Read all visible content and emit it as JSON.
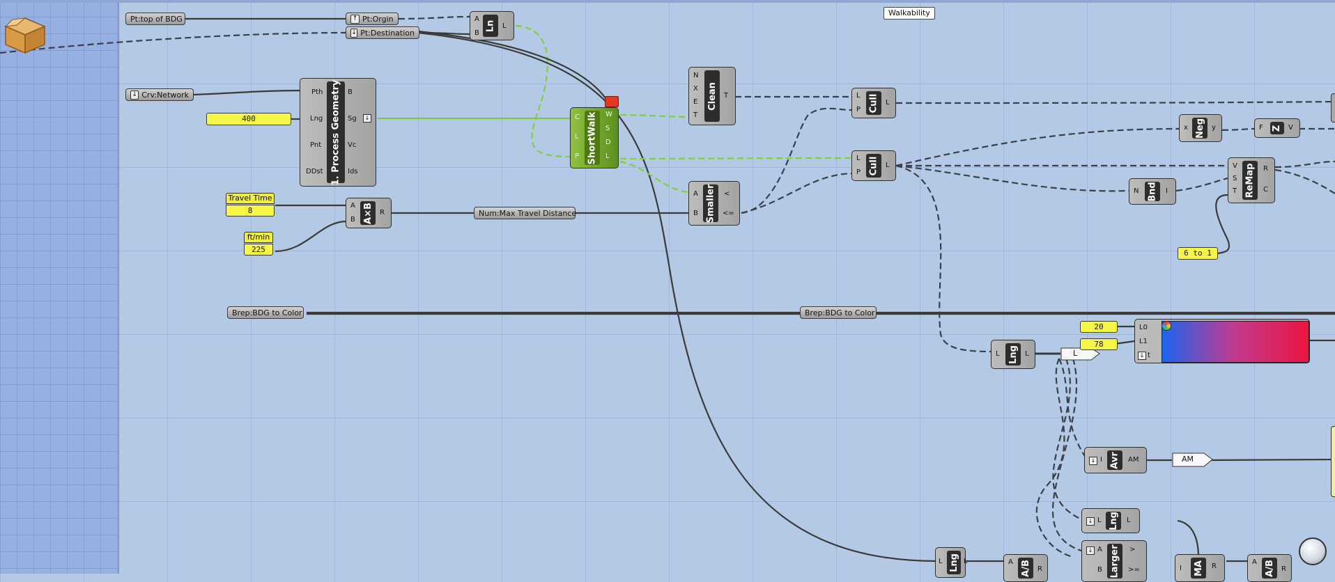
{
  "canvas": {
    "group_tag": "Walkability"
  },
  "params": {
    "pt_top_of_bdg": "Pt:top of BDG",
    "pt_origin": "Pt:Orgin",
    "pt_destination": "Pt:Destination",
    "crv_network": "Crv:Network",
    "num_max_travel_distance": "Num:Max Travel Distance",
    "brep_bdg_to_color_a": "Brep:BDG to Color",
    "brep_bdg_to_color_b": "Brep:BDG to Color"
  },
  "sliders": {
    "network_value": "400",
    "travel_time_label": "Travel Time",
    "travel_time_value": "8",
    "ftmin_label": "ft/min",
    "ftmin_value": "225",
    "remap_range": "6 to 1",
    "l0_value": "20",
    "l1_value": "78"
  },
  "components": {
    "line": {
      "name": "Ln",
      "inputs": [
        "A",
        "B"
      ],
      "outputs": [
        "L"
      ]
    },
    "process_geometry": {
      "name": "1. Process Geometry",
      "inputs": [
        "Pth",
        "Lng",
        "Pnt",
        "DDst"
      ],
      "outputs": [
        "B",
        "Sg",
        "Vc",
        "Ids"
      ]
    },
    "multiplication": {
      "name": "A×B",
      "inputs": [
        "A",
        "B"
      ],
      "outputs": [
        "R"
      ]
    },
    "shortwalk": {
      "name": "ShortWalk",
      "inputs": [
        "C",
        "L",
        "P"
      ],
      "outputs": [
        "W",
        "S",
        "D",
        "L"
      ]
    },
    "clean": {
      "name": "Clean",
      "inputs": [
        "N",
        "X",
        "E",
        "T"
      ],
      "outputs": [
        "T"
      ]
    },
    "smaller": {
      "name": "Smaller",
      "inputs": [
        "A",
        "B"
      ],
      "outputs": [
        "<",
        "<="
      ]
    },
    "cull_top": {
      "name": "Cull",
      "inputs": [
        "L",
        "P"
      ],
      "outputs": [
        "L"
      ]
    },
    "cull_mid": {
      "name": "Cull",
      "inputs": [
        "L",
        "P"
      ],
      "outputs": [
        "L"
      ]
    },
    "negative": {
      "name": "Neg",
      "inputs": [
        "x"
      ],
      "outputs": [
        "y"
      ]
    },
    "fz": {
      "name": "Z",
      "inputs": [
        "F"
      ],
      "outputs": [
        "V"
      ]
    },
    "bounds": {
      "name": "Bnd",
      "inputs": [
        "N"
      ],
      "outputs": [
        "I"
      ]
    },
    "remap": {
      "name": "ReMap",
      "inputs": [
        "V",
        "S",
        "T"
      ],
      "outputs": [
        "R",
        "C"
      ]
    },
    "length_mid": {
      "name": "Lng",
      "inputs": [
        "L"
      ],
      "outputs": [
        "L"
      ]
    },
    "gradient": {
      "name": "",
      "inputs": [
        "L0",
        "L1",
        "t"
      ],
      "outputs": []
    },
    "average": {
      "name": "Avr",
      "inputs": [
        "I"
      ],
      "outputs": [
        "AM"
      ]
    },
    "length_low": {
      "name": "Lng",
      "inputs": [
        "L"
      ],
      "outputs": [
        "L"
      ]
    },
    "larger": {
      "name": "Larger",
      "inputs": [
        "A",
        "B"
      ],
      "outputs": [
        ">",
        ">="
      ]
    },
    "length_bottom": {
      "name": "Lng",
      "inputs": [
        "L"
      ],
      "outputs": [
        "L"
      ]
    },
    "division_a": {
      "name": "A/B",
      "inputs": [
        "A"
      ],
      "outputs": [
        "R"
      ]
    },
    "mass_addition": {
      "name": "MA",
      "inputs": [
        "I"
      ],
      "outputs": [
        "R"
      ]
    },
    "division_b": {
      "name": "A/B",
      "inputs": [
        "A"
      ],
      "outputs": [
        "R"
      ]
    }
  },
  "panels": {
    "l_panel": "L",
    "am_panel": "AM"
  },
  "icons": {
    "app_box": "cardboard-box-icon",
    "shortwalk_warning": "red-warning-flag-icon",
    "gradient_swatch": "color-wheel-icon",
    "dial": "dial-knob-icon"
  },
  "colors": {
    "canvas": "#b4c9e6",
    "left_strip": "#97b0e2",
    "slider_yellow": "#f6f648",
    "shortwalk_green": "#7fb22f",
    "green_wire": "#79c839",
    "gradient_start": "#1d64f0",
    "gradient_end": "#ea1540"
  }
}
